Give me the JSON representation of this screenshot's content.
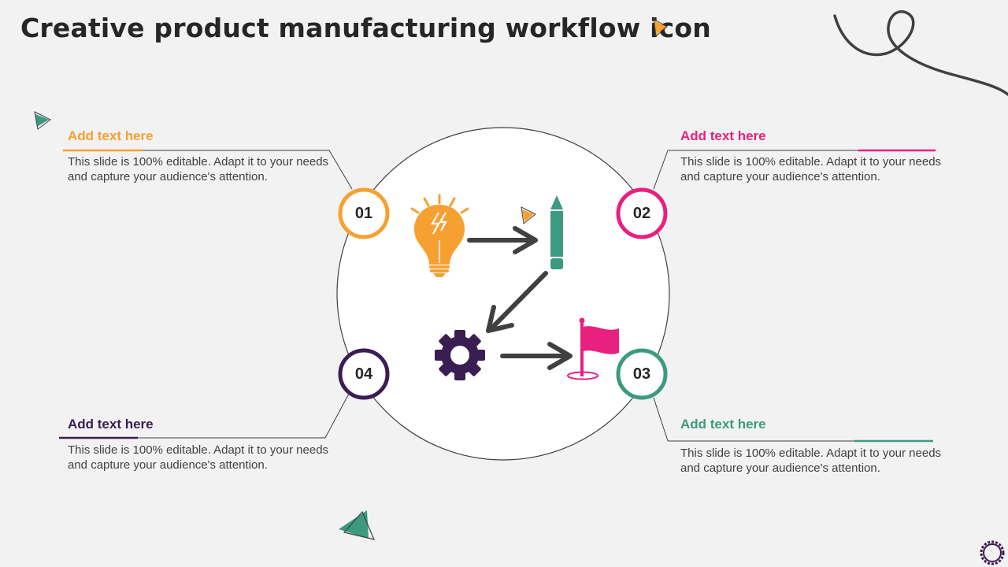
{
  "title": "Creative product manufacturing workflow icon",
  "colors": {
    "orange": "#f7a032",
    "pink": "#e8207f",
    "teal": "#3b9a80",
    "purple": "#3a1d52",
    "arrow": "#404040"
  },
  "steps": [
    {
      "number": "01",
      "heading": "Add text here",
      "body": "This slide is 100% editable. Adapt it to your needs and capture your audience's attention.",
      "color": "#f7a032"
    },
    {
      "number": "02",
      "heading": "Add text here",
      "body": "This slide is 100% editable. Adapt it to your needs and capture your audience's attention.",
      "color": "#e8207f"
    },
    {
      "number": "03",
      "heading": "Add text here",
      "body": "This slide is 100% editable. Adapt it to your needs and capture your audience's attention.",
      "color": "#3b9a80"
    },
    {
      "number": "04",
      "heading": "Add text here",
      "body": "This slide is 100% editable. Adapt it to your needs and capture your audience's attention.",
      "color": "#3a1d52"
    }
  ],
  "icons": [
    "lightbulb-icon",
    "pencil-icon",
    "gear-icon",
    "flag-icon"
  ]
}
